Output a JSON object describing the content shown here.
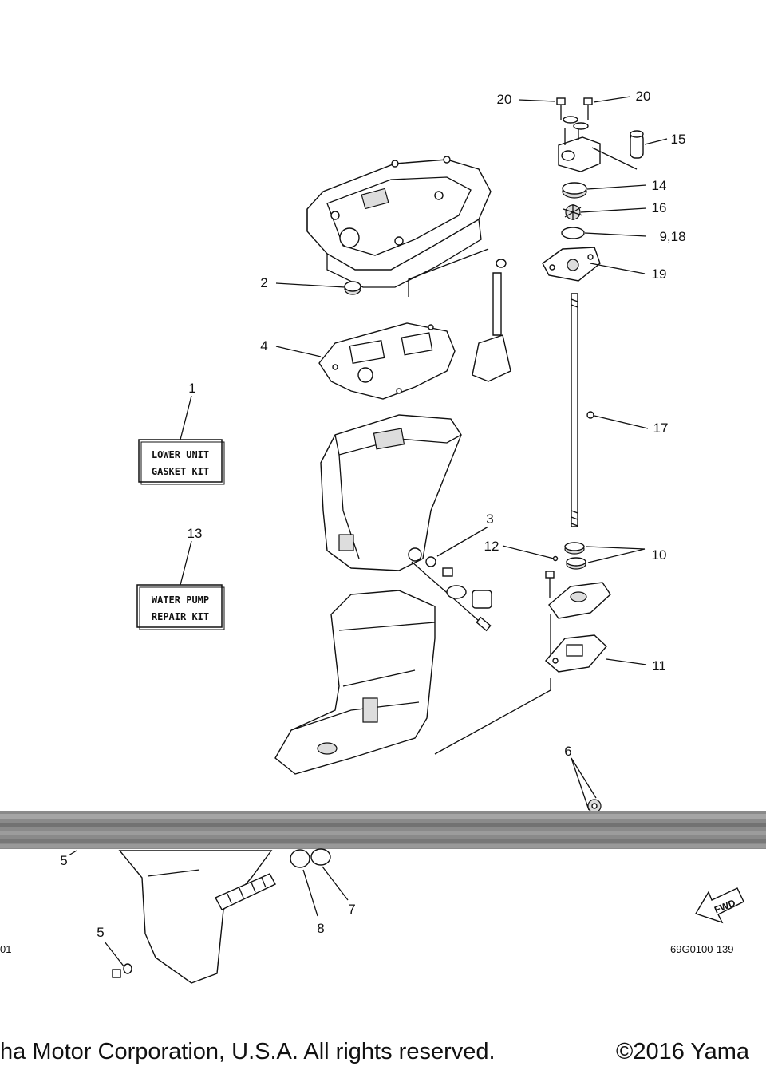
{
  "callouts": {
    "c1": "1",
    "c2": "2",
    "c3": "3",
    "c4": "4",
    "c5a": "5",
    "c5b": "5",
    "c6": "6",
    "c7": "7",
    "c8": "8",
    "c9_18": "9,18",
    "c10": "10",
    "c11": "11",
    "c12": "12",
    "c13": "13",
    "c14": "14",
    "c15": "15",
    "c16": "16",
    "c17": "17",
    "c19": "19",
    "c20a": "20",
    "c20b": "20"
  },
  "kits": {
    "lower_unit": {
      "line1": "LOWER UNIT",
      "line2": "GASKET KIT"
    },
    "water_pump": {
      "line1": "WATER PUMP",
      "line2": "REPAIR KIT"
    }
  },
  "diagram_code": "69G0100-139",
  "diagram_code_left": "01",
  "fwd_label": "FWD",
  "footer": {
    "left": "ha Motor Corporation, U.S.A. All rights reserved.",
    "right": "©2016 Yama"
  }
}
